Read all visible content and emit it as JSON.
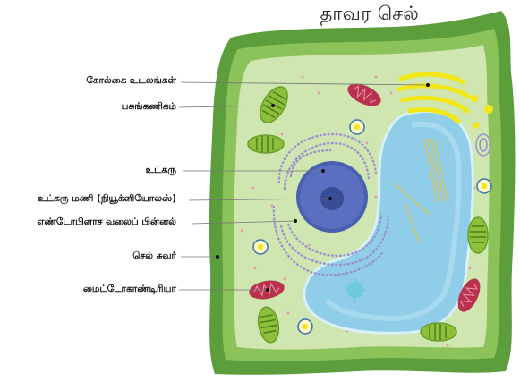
{
  "title": "தாவர செல்",
  "labels": {
    "golgi": "கோல்கை உடலங்கள்",
    "chloroplast": "பசுங்கணிகம்",
    "nucleus": "உட்கரு",
    "nucleolus": "உட்கரு மணி (நியூக்ளியோலஸ்)",
    "er": "எண்டோபிளாச வலைப் பின்னல்",
    "cell_wall": "செல் சுவர்",
    "mitochondria": "மைட்டோகாண்டிரியா"
  },
  "colors": {
    "cell_wall": "#5c9e3c",
    "cytoplasm": "#cfe6b0",
    "vacuole": "#8fcde8",
    "nucleus": "#4a5fb0",
    "golgi": "#f2e614",
    "mitochondria": "#b8324e",
    "chloroplast": "#8cbf3a",
    "er": "#9a8fd0"
  }
}
